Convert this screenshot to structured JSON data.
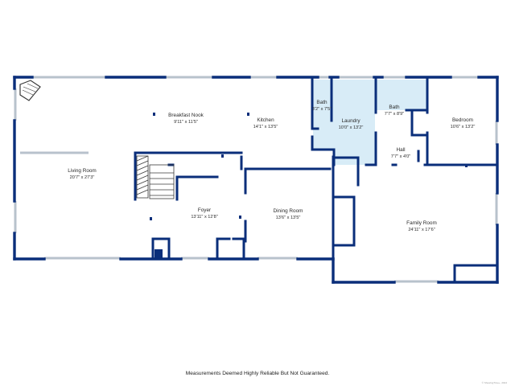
{
  "colors": {
    "wall": "#0a2e7a",
    "bath_fill": "#d8ecf7",
    "window": "#b8c2cc",
    "background": "#ffffff"
  },
  "rooms": {
    "living_room": {
      "name": "Living Room",
      "dims": "20'7\" x 27'3\""
    },
    "breakfast_nook": {
      "name": "Breakfast Nook",
      "dims": "9'11\" x 11'5\""
    },
    "kitchen": {
      "name": "Kitchen",
      "dims": "14'1\" x 13'5\""
    },
    "bath_1": {
      "name": "Bath",
      "dims": "3'2\" x 7'5\""
    },
    "laundry": {
      "name": "Laundry",
      "dims": "10'0\" x 13'2\""
    },
    "bath_2": {
      "name": "Bath",
      "dims": "7'7\" x 8'9\""
    },
    "bedroom": {
      "name": "Bedroom",
      "dims": "10'6\" x 13'2\""
    },
    "hall": {
      "name": "Hall",
      "dims": "7'7\" x 4'0\""
    },
    "foyer": {
      "name": "Foyer",
      "dims": "13'11\" x 12'8\""
    },
    "dining_room": {
      "name": "Dining Room",
      "dims": "13'6\" x 13'5\""
    },
    "family_room": {
      "name": "Family Room",
      "dims": "24'11\" x 17'6\""
    }
  },
  "footer": {
    "disclaimer": "Measurements Deemed Highly Reliable But Not Guaranteed.",
    "credit": "© ShowingTime+, 2024"
  }
}
